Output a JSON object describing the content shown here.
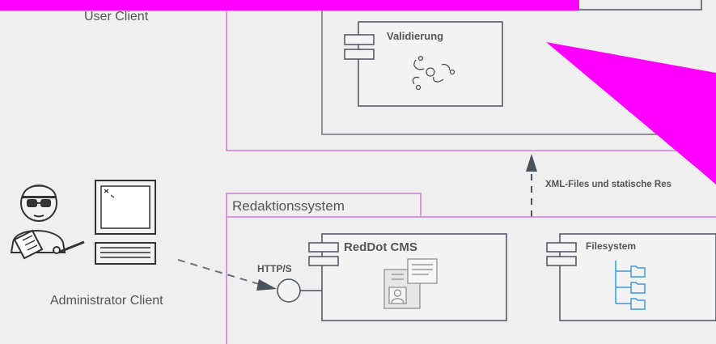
{
  "clients": {
    "user": "User Client",
    "admin": "Administrator Client"
  },
  "components": {
    "validierung": "Validierung",
    "reddot": "RedDot CMS",
    "filesystem": "Filesystem"
  },
  "packages": {
    "redaktion": "Redaktionssystem"
  },
  "interfaces": {
    "https": "HTTP/S"
  },
  "connectors": {
    "xml": "XML-Files und statische Res"
  },
  "colors": {
    "package_border": "#d77ad7",
    "magenta": "#ff00ff",
    "line": "#4a525a",
    "folder": "#3a9ad9"
  }
}
